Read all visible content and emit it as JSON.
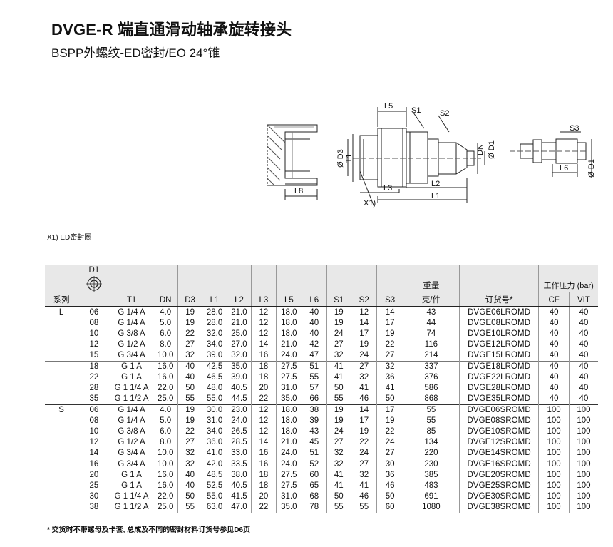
{
  "title": "DVGE-R 端直通滑动轴承旋转接头",
  "subtitle": "BSPP外螺纹-ED密封/EO 24°锥",
  "drawing_labels": {
    "l5": "L5",
    "s1": "S1",
    "s2": "S2",
    "s3": "S3",
    "d3": "Ø D3",
    "t1": "T1",
    "dn": "DN",
    "d1": "Ø D1",
    "d1b": "Ø D1",
    "l3": "L3",
    "l2": "L2",
    "l1": "L1",
    "l6": "L6",
    "l8": "L8",
    "x1": "X1)"
  },
  "note": "X1) ED密封圈",
  "table": {
    "headers": {
      "series": "系列",
      "d1": "D1",
      "t1": "T1",
      "dn": "DN",
      "d3": "D3",
      "l1": "L1",
      "l2": "L2",
      "l3": "L3",
      "l5": "L5",
      "l6": "L6",
      "s1": "S1",
      "s2": "S2",
      "s3": "S3",
      "weight_top": "重量",
      "weight_bottom": "克/件",
      "order": "订货号*",
      "pressure": "工作压力 (bar)",
      "cf": "CF",
      "vit": "VIT"
    },
    "series_labels": [
      "L",
      "S"
    ],
    "groups": [
      [
        [
          "L",
          "06",
          "G 1/4 A",
          "4.0",
          "19",
          "28.0",
          "21.0",
          "12",
          "18.0",
          "40",
          "19",
          "12",
          "14",
          "43",
          "DVGE06LROMD",
          "40",
          "40"
        ],
        [
          "",
          "08",
          "G 1/4 A",
          "5.0",
          "19",
          "28.0",
          "21.0",
          "12",
          "18.0",
          "40",
          "19",
          "14",
          "17",
          "44",
          "DVGE08LROMD",
          "40",
          "40"
        ],
        [
          "",
          "10",
          "G 3/8 A",
          "6.0",
          "22",
          "32.0",
          "25.0",
          "12",
          "18.0",
          "40",
          "24",
          "17",
          "19",
          "74",
          "DVGE10LROMD",
          "40",
          "40"
        ],
        [
          "",
          "12",
          "G 1/2 A",
          "8.0",
          "27",
          "34.0",
          "27.0",
          "14",
          "21.0",
          "42",
          "27",
          "19",
          "22",
          "116",
          "DVGE12LROMD",
          "40",
          "40"
        ],
        [
          "",
          "15",
          "G 3/4 A",
          "10.0",
          "32",
          "39.0",
          "32.0",
          "16",
          "24.0",
          "47",
          "32",
          "24",
          "27",
          "214",
          "DVGE15LROMD",
          "40",
          "40"
        ]
      ],
      [
        [
          "",
          "18",
          "G 1 A",
          "16.0",
          "40",
          "42.5",
          "35.0",
          "18",
          "27.5",
          "51",
          "41",
          "27",
          "32",
          "337",
          "DVGE18LROMD",
          "40",
          "40"
        ],
        [
          "",
          "22",
          "G 1 A",
          "16.0",
          "40",
          "46.5",
          "39.0",
          "18",
          "27.5",
          "55",
          "41",
          "32",
          "36",
          "376",
          "DVGE22LROMD",
          "40",
          "40"
        ],
        [
          "",
          "28",
          "G 1 1/4 A",
          "22.0",
          "50",
          "48.0",
          "40.5",
          "20",
          "31.0",
          "57",
          "50",
          "41",
          "41",
          "586",
          "DVGE28LROMD",
          "40",
          "40"
        ],
        [
          "",
          "35",
          "G 1 1/2 A",
          "25.0",
          "55",
          "55.0",
          "44.5",
          "22",
          "35.0",
          "66",
          "55",
          "46",
          "50",
          "868",
          "DVGE35LROMD",
          "40",
          "40"
        ]
      ],
      [
        [
          "S",
          "06",
          "G 1/4 A",
          "4.0",
          "19",
          "30.0",
          "23.0",
          "12",
          "18.0",
          "38",
          "19",
          "14",
          "17",
          "55",
          "DVGE06SROMD",
          "100",
          "100"
        ],
        [
          "",
          "08",
          "G 1/4 A",
          "5.0",
          "19",
          "31.0",
          "24.0",
          "12",
          "18.0",
          "39",
          "19",
          "17",
          "19",
          "55",
          "DVGE08SROMD",
          "100",
          "100"
        ],
        [
          "",
          "10",
          "G 3/8 A",
          "6.0",
          "22",
          "34.0",
          "26.5",
          "12",
          "18.0",
          "43",
          "24",
          "19",
          "22",
          "85",
          "DVGE10SROMD",
          "100",
          "100"
        ],
        [
          "",
          "12",
          "G 1/2 A",
          "8.0",
          "27",
          "36.0",
          "28.5",
          "14",
          "21.0",
          "45",
          "27",
          "22",
          "24",
          "134",
          "DVGE12SROMD",
          "100",
          "100"
        ],
        [
          "",
          "14",
          "G 3/4 A",
          "10.0",
          "32",
          "41.0",
          "33.0",
          "16",
          "24.0",
          "51",
          "32",
          "24",
          "27",
          "220",
          "DVGE14SROMD",
          "100",
          "100"
        ]
      ],
      [
        [
          "",
          "16",
          "G 3/4 A",
          "10.0",
          "32",
          "42.0",
          "33.5",
          "16",
          "24.0",
          "52",
          "32",
          "27",
          "30",
          "230",
          "DVGE16SROMD",
          "100",
          "100"
        ],
        [
          "",
          "20",
          "G 1 A",
          "16.0",
          "40",
          "48.5",
          "38.0",
          "18",
          "27.5",
          "60",
          "41",
          "32",
          "36",
          "385",
          "DVGE20SROMD",
          "100",
          "100"
        ],
        [
          "",
          "25",
          "G 1 A",
          "16.0",
          "40",
          "52.5",
          "40.5",
          "18",
          "27.5",
          "65",
          "41",
          "41",
          "46",
          "483",
          "DVGE25SROMD",
          "100",
          "100"
        ],
        [
          "",
          "30",
          "G 1 1/4 A",
          "22.0",
          "50",
          "55.0",
          "41.5",
          "20",
          "31.0",
          "68",
          "50",
          "46",
          "50",
          "691",
          "DVGE30SROMD",
          "100",
          "100"
        ],
        [
          "",
          "38",
          "G 1 1/2 A",
          "25.0",
          "55",
          "63.0",
          "47.0",
          "22",
          "35.0",
          "78",
          "55",
          "55",
          "60",
          "1080",
          "DVGE38SROMD",
          "100",
          "100"
        ]
      ]
    ]
  },
  "footnote": "* 交货时不带螺母及卡套, 总成及不同的密封材料订货号参见D6页"
}
